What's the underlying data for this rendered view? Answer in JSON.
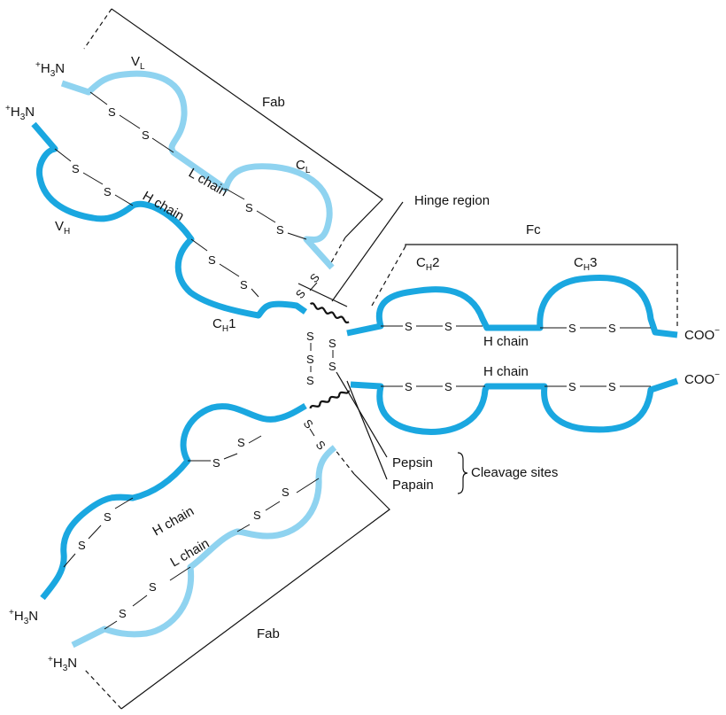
{
  "colors": {
    "heavy_chain": "#1aa7e0",
    "light_chain": "#8fd3f0",
    "line": "#111111",
    "background": "#ffffff"
  },
  "labels": {
    "nh3_prefix": "+",
    "nh3_main_a": "H",
    "nh3_sub": "3",
    "nh3_main_b": "N",
    "coo": "COO",
    "coo_sup": "−",
    "fab": "Fab",
    "fc": "Fc",
    "hinge_region": "Hinge region",
    "v_letter": "V",
    "c_letter": "C",
    "l_sub": "L",
    "h_sub": "H",
    "ch1_num": "1",
    "ch2_num": "2",
    "ch3_num": "3",
    "l_chain": "L chain",
    "h_chain": "H chain",
    "pepsin": "Pepsin",
    "papain": "Papain",
    "cleavage_sites": "Cleavage sites",
    "s": "S"
  }
}
